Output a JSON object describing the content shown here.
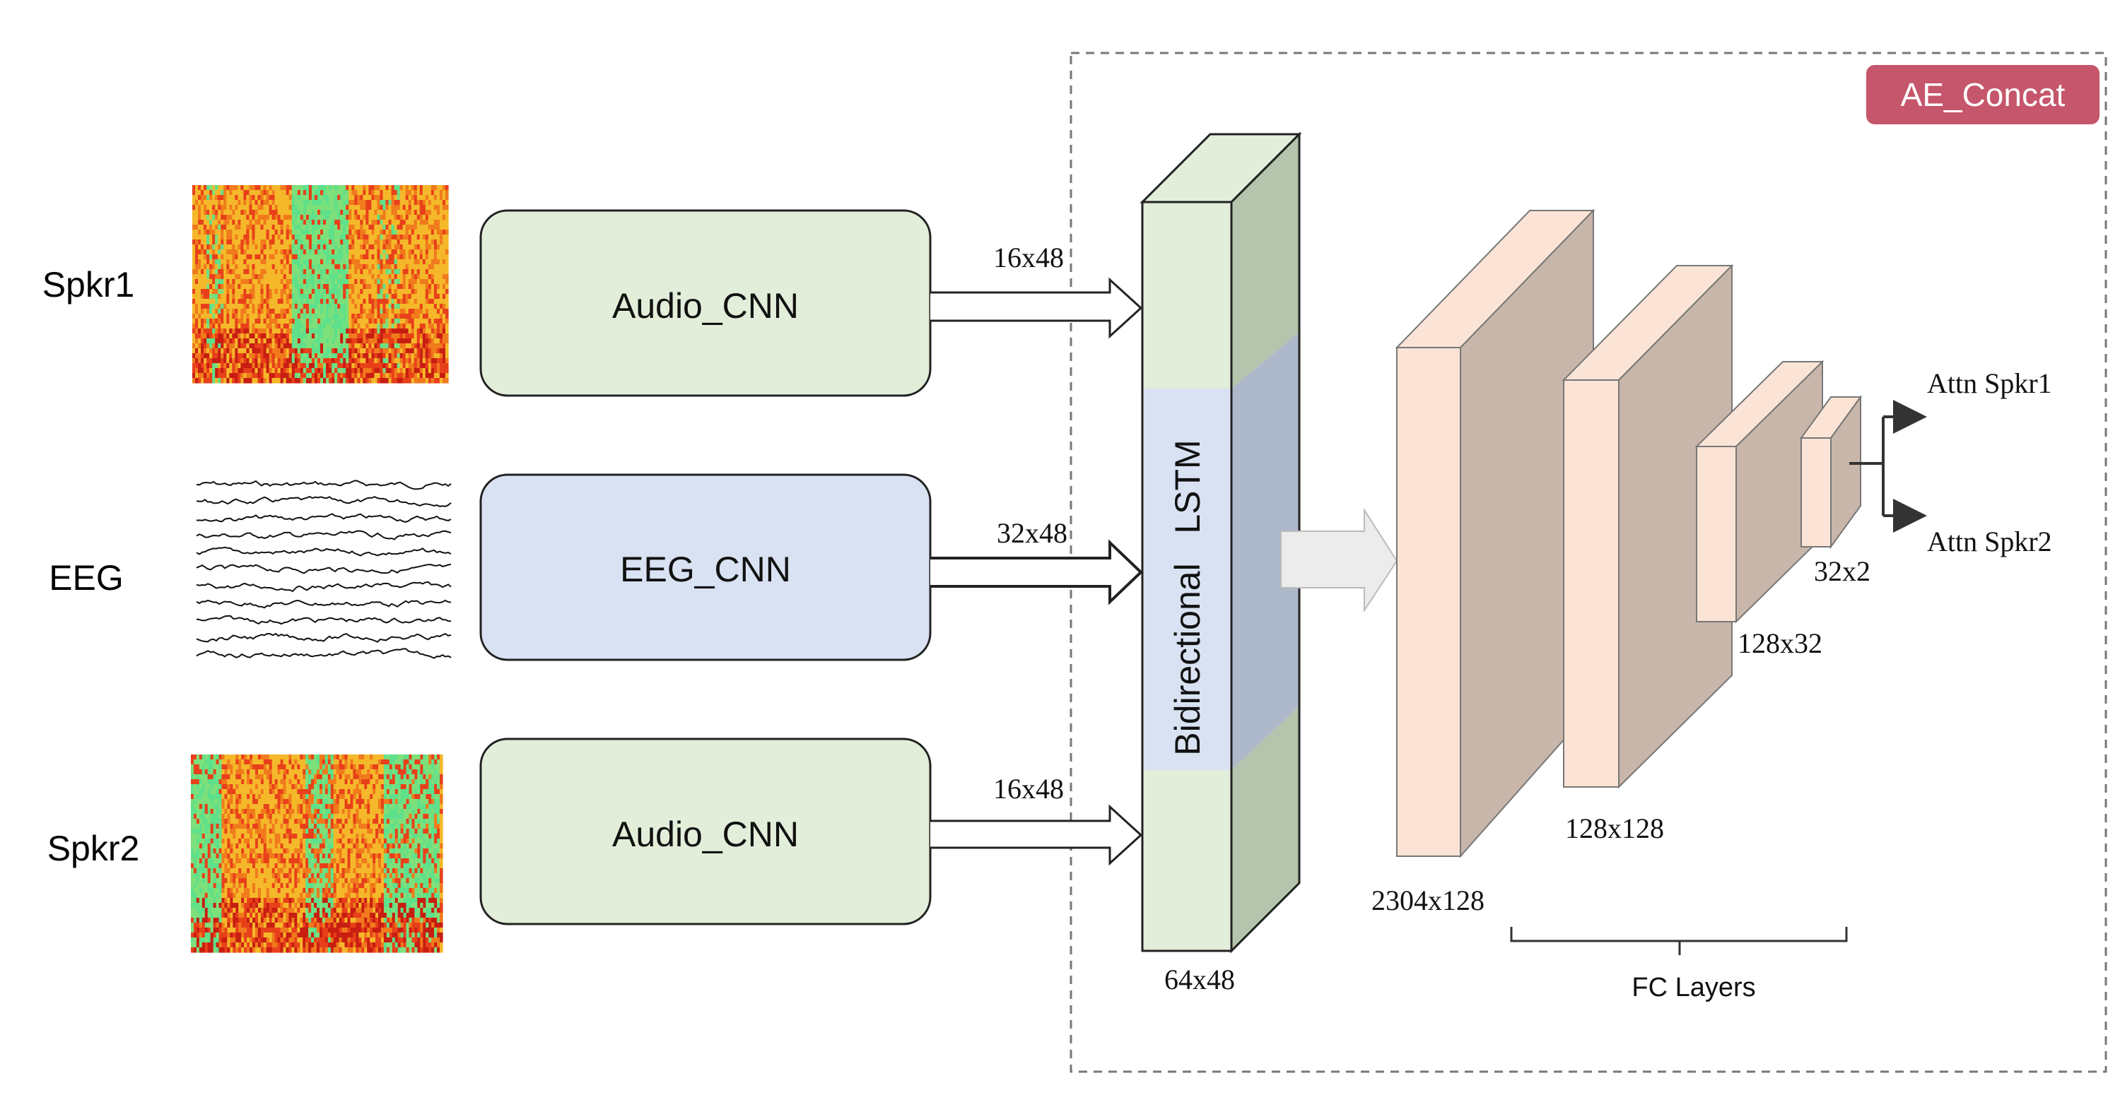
{
  "inputs": {
    "spkr1": "Spkr1",
    "eeg": "EEG",
    "spkr2": "Spkr2"
  },
  "cnn_blocks": {
    "audio_top": "Audio_CNN",
    "eeg": "EEG_CNN",
    "audio_bottom": "Audio_CNN"
  },
  "dims": {
    "audio_top_out": "16x48",
    "eeg_out": "32x48",
    "audio_bottom_out": "16x48",
    "lstm_out": "64x48",
    "fc1": "2304x128",
    "fc2": "128x128",
    "fc3": "128x32",
    "fc4": "32x2"
  },
  "lstm": {
    "label": "Bidirectional   LSTM"
  },
  "fc_group_label": "FC Layers",
  "outputs": {
    "attn1": "Attn Spkr1",
    "attn2": "Attn Spkr2"
  },
  "model_badge": "AE_Concat",
  "colors": {
    "audio_block": "#e2eed9",
    "eeg_block": "#d9e2f2",
    "lstm_green": "#e2eed9",
    "lstm_green_side": "#b5c4ac",
    "lstm_blue": "#adb9ca",
    "fc_front": "#fbe4d6",
    "fc_side": "#c9b6aa",
    "badge": "#c5566b"
  }
}
